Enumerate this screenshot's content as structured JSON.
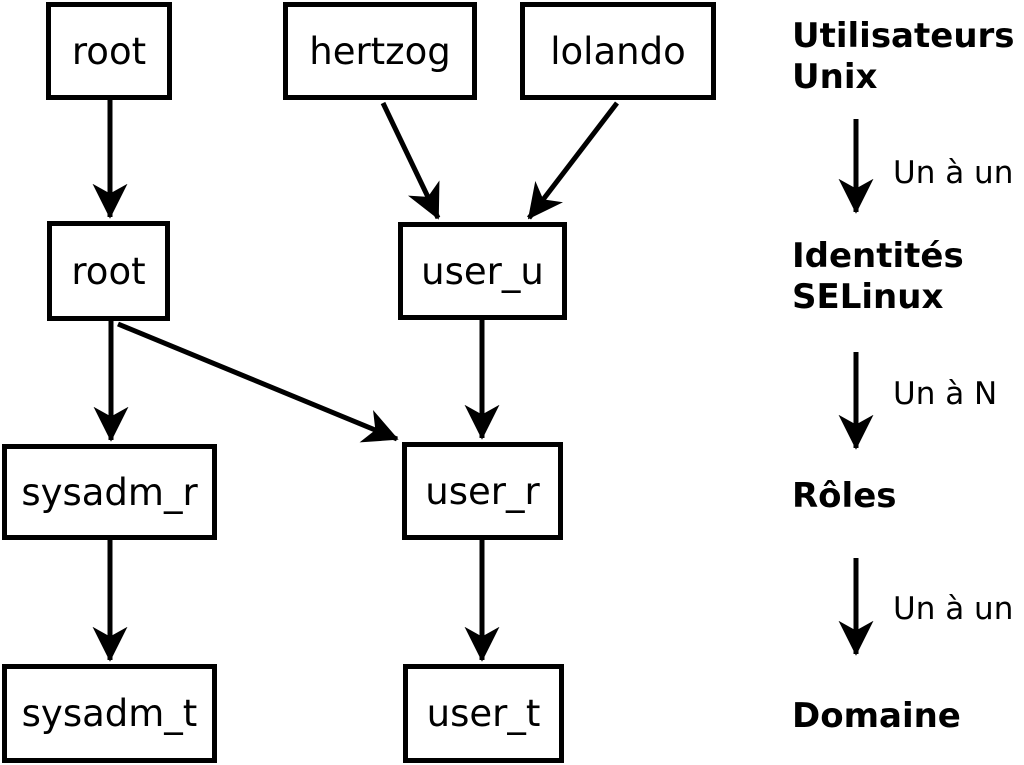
{
  "diagram": {
    "title": "SELinux identity, role and domain mapping",
    "colors": {
      "ink": "#000000",
      "background": "#ffffff"
    },
    "boxes": {
      "unix_root": "root",
      "unix_hertzog": "hertzog",
      "unix_lolando": "lolando",
      "selinux_root": "root",
      "selinux_user_u": "user_u",
      "role_sysadm_r": "sysadm_r",
      "role_user_r": "user_r",
      "domain_sysadm_t": "sysadm_t",
      "domain_user_t": "user_t"
    },
    "legend": {
      "unix_users_line1": "Utilisateurs",
      "unix_users_line2": "Unix",
      "selinux_identities_line1": "Identités",
      "selinux_identities_line2": "SELinux",
      "roles": "Rôles",
      "domain": "Domaine",
      "mapping_users_to_identities": "Un à un",
      "mapping_identities_to_roles": "Un à N",
      "mapping_roles_to_domains": "Un à un"
    }
  }
}
